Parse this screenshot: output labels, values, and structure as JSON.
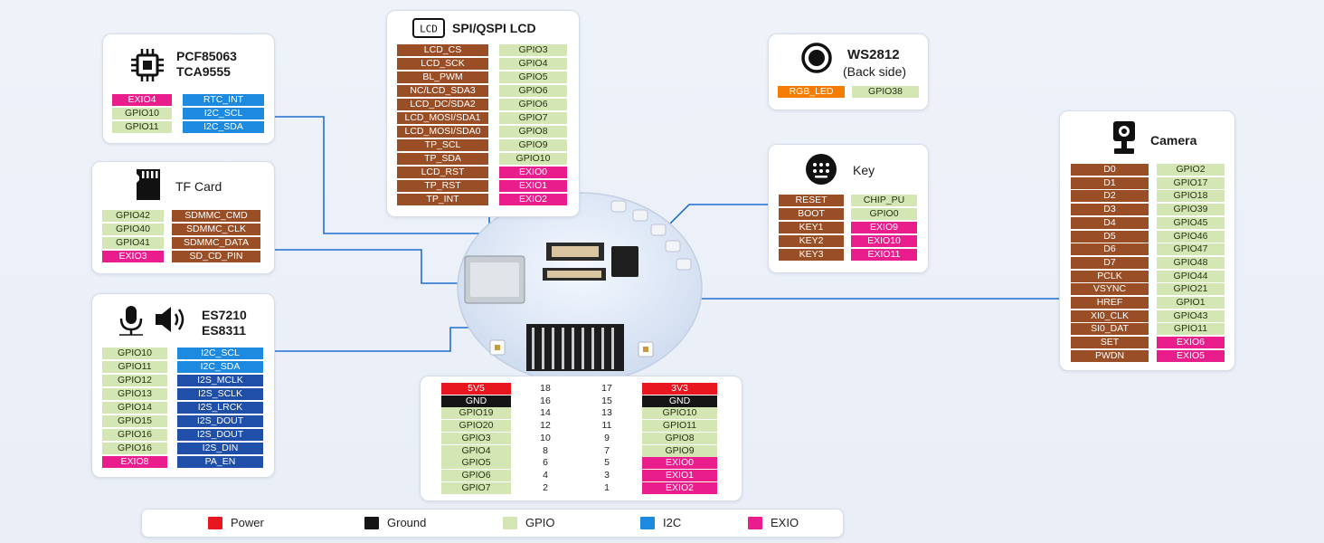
{
  "rtc_card": {
    "title1": "PCF85063",
    "title2": "TCA9555",
    "left": [
      "EXIO4",
      "GPIO10",
      "GPIO11"
    ],
    "right": [
      "RTC_INT",
      "I2C_SCL",
      "I2C_SDA"
    ]
  },
  "tf_card": {
    "title": "TF Card",
    "left": [
      "GPIO42",
      "GPIO40",
      "GPIO41",
      "EXIO3"
    ],
    "right": [
      "SDMMC_CMD",
      "SDMMC_CLK",
      "SDMMC_DATA",
      "SD_CD_PIN"
    ]
  },
  "audio_card": {
    "title1": "ES7210",
    "title2": "ES8311",
    "left": [
      "GPIO10",
      "GPIO11",
      "GPIO12",
      "GPIO13",
      "GPIO14",
      "GPIO15",
      "GPIO16",
      "GPIO16",
      "EXIO8"
    ],
    "right": [
      "I2C_SCL",
      "I2C_SDA",
      "I2S_MCLK",
      "I2S_SCLK",
      "I2S_LRCK",
      "I2S_DOUT",
      "I2S_DOUT",
      "I2S_DIN",
      "PA_EN"
    ]
  },
  "lcd_card": {
    "title": "SPI/QSPI LCD",
    "left": [
      "LCD_CS",
      "LCD_SCK",
      "BL_PWM",
      "NC/LCD_SDA3",
      "LCD_DC/SDA2",
      "LCD_MOSI/SDA1",
      "LCD_MOSI/SDA0",
      "TP_SCL",
      "TP_SDA",
      "LCD_RST",
      "TP_RST",
      "TP_INT"
    ],
    "right": [
      "GPIO3",
      "GPIO4",
      "GPIO5",
      "GPIO6",
      "GPIO6",
      "GPIO7",
      "GPIO8",
      "GPIO9",
      "GPIO10",
      "EXIO0",
      "EXIO1",
      "EXIO2"
    ]
  },
  "ws_card": {
    "title1": "WS2812",
    "title2": "(Back side)",
    "left": [
      "RGB_LED"
    ],
    "right": [
      "GPIO38"
    ]
  },
  "key_card": {
    "title": "Key",
    "left": [
      "RESET",
      "BOOT",
      "KEY1",
      "KEY2",
      "KEY3"
    ],
    "right": [
      "CHIP_PU",
      "GPIO0",
      "EXIO9",
      "EXIO10",
      "EXIO11"
    ]
  },
  "camera_card": {
    "title": "Camera",
    "left": [
      "D0",
      "D1",
      "D2",
      "D3",
      "D4",
      "D5",
      "D6",
      "D7",
      "PCLK",
      "VSYNC",
      "HREF",
      "XI0_CLK",
      "SI0_DAT",
      "SET",
      "PWDN"
    ],
    "right": [
      "GPIO2",
      "GPIO17",
      "GPIO18",
      "GPIO39",
      "GPIO45",
      "GPIO46",
      "GPIO47",
      "GPIO48",
      "GPIO44",
      "GPIO21",
      "GPIO1",
      "GPIO43",
      "GPIO11",
      "EXIO6",
      "EXIO5"
    ]
  },
  "header_card": {
    "left_labels": [
      "5V5",
      "GND",
      "GPIO19",
      "GPIO20",
      "GPIO3",
      "GPIO4",
      "GPIO5",
      "GPIO6",
      "GPIO7"
    ],
    "left_pins": [
      "18",
      "16",
      "14",
      "12",
      "10",
      "8",
      "6",
      "4",
      "2"
    ],
    "right_pins": [
      "17",
      "15",
      "13",
      "11",
      "9",
      "7",
      "5",
      "3",
      "1"
    ],
    "right_labels": [
      "3V3",
      "GND",
      "GPIO10",
      "GPIO11",
      "GPIO8",
      "GPIO9",
      "EXIO0",
      "EXIO1",
      "EXIO2"
    ]
  },
  "legend": [
    {
      "label": "Power",
      "color": "#e8161e"
    },
    {
      "label": "Ground",
      "color": "#151515"
    },
    {
      "label": "GPIO",
      "color": "#d5e6b5"
    },
    {
      "label": "I2C",
      "color": "#1d8ae0"
    },
    {
      "label": "EXIO",
      "color": "#e91e8c"
    }
  ],
  "colors": {
    "signal": "#9a4e26",
    "gpio": "#d5e6b5",
    "exio": "#e91e8c",
    "i2c": "#1d8ae0",
    "i2s": "#1f4fa8",
    "power": "#e8161e",
    "ground": "#151515",
    "rgb_led": "#f57c00",
    "connector_line": "#1f6fd0"
  },
  "icons": [
    "chip-icon",
    "sd-card-icon",
    "microphone-icon",
    "speaker-icon",
    "lcd-icon",
    "led-icon",
    "keypad-icon",
    "camera-icon"
  ]
}
